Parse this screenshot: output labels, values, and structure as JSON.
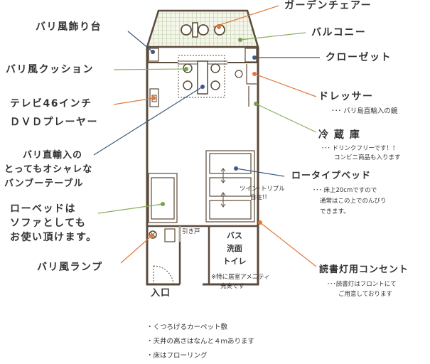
{
  "labels": {
    "garden_chair": "ガーデンチェアー",
    "balcony": "バルコニー",
    "closet": "クローゼット",
    "dresser": "ドレッサー",
    "dresser_note": "･･･ バリ島直輸入の鏡",
    "fridge": "冷 蔵 庫",
    "fridge_note1": "･･･ ドリンクフリーです！！",
    "fridge_note2": "コンビニ商品も入ります",
    "low_bed": "ロータイプベッド",
    "low_bed_note1": "･･･ 床上20cmですので",
    "low_bed_note2": "通常はこの上でのんびり",
    "low_bed_note3": "できます。",
    "reading_outlet": "読書灯用コンセント",
    "reading_note1": "･･･読書灯はフロントにて",
    "reading_note2": "ご用意しております",
    "bali_stand": "バリ風飾り台",
    "bali_cushion": "バリ風クッション",
    "tv1": "テレビ46インチ",
    "tv2": "ＤＶＤプレーヤー",
    "table1": "バリ直輸入の",
    "table2": "とってもオシャレな",
    "table3": "バンブーテーブル",
    "sofa1": "ローベッドは",
    "sofa2": "ソファとしても",
    "sofa3": "お使い頂けます。",
    "lamp": "バリ風ランプ",
    "twin1": "ツイン･トリプル",
    "twin2": "自在!!",
    "sliding_door": "引き戸",
    "bath1": "バス",
    "bath2": "洗面",
    "bath3": "トイレ",
    "amenity1": "※特に居室アメニティ",
    "amenity2": "充実です",
    "entrance": "入口"
  },
  "footnotes": [
    "・くつろげるカーペット敷",
    "・天井の高さはなんと４ｍあります",
    "・床はフローリング"
  ],
  "colors": {
    "wall": "#5a4a3a",
    "line_orange": "#e07a3a",
    "line_green": "#8aae5a",
    "line_blue": "#3a5a7a",
    "dot_green": "#7aa04a",
    "dot_blue": "#3a5a8a",
    "dot_orange": "#e07a3a",
    "lattice": "#7a9a5a"
  }
}
